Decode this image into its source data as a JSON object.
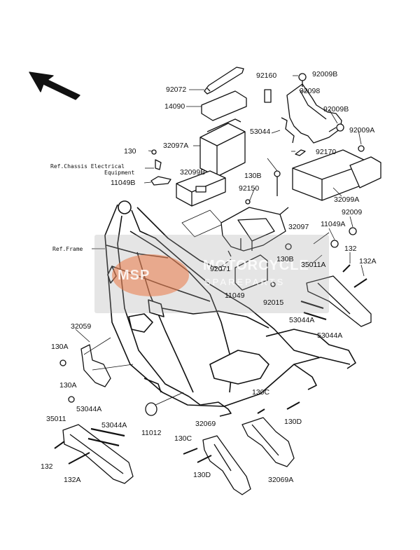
{
  "labels": [
    {
      "key": "92072",
      "text": "92072"
    },
    {
      "key": "14090",
      "text": "14090"
    },
    {
      "key": "92160",
      "text": "92160"
    },
    {
      "key": "92009B_a",
      "text": "92009B"
    },
    {
      "key": "32098",
      "text": "32098"
    },
    {
      "key": "92009B_b",
      "text": "92009B"
    },
    {
      "key": "53044",
      "text": "53044"
    },
    {
      "key": "92009A",
      "text": "92009A"
    },
    {
      "key": "130_top",
      "text": "130"
    },
    {
      "key": "32097A",
      "text": "32097A"
    },
    {
      "key": "ref_chassis_1",
      "text": "Ref.Chassis Electrical"
    },
    {
      "key": "ref_chassis_2",
      "text": "Equipment"
    },
    {
      "key": "32099B",
      "text": "32099B"
    },
    {
      "key": "92170",
      "text": "92170"
    },
    {
      "key": "11049B",
      "text": "11049B"
    },
    {
      "key": "130B_a",
      "text": "130B"
    },
    {
      "key": "92150",
      "text": "92150"
    },
    {
      "key": "32099A",
      "text": "32099A"
    },
    {
      "key": "92009",
      "text": "92009"
    },
    {
      "key": "11049A",
      "text": "11049A"
    },
    {
      "key": "32097",
      "text": "32097"
    },
    {
      "key": "ref_frame",
      "text": "Ref.Frame"
    },
    {
      "key": "132_r",
      "text": "132"
    },
    {
      "key": "130B_b",
      "text": "130B"
    },
    {
      "key": "35011A",
      "text": "35011A"
    },
    {
      "key": "132A_r",
      "text": "132A"
    },
    {
      "key": "92071",
      "text": "92071"
    },
    {
      "key": "11049",
      "text": "11049"
    },
    {
      "key": "92015",
      "text": "92015"
    },
    {
      "key": "53044A_r1",
      "text": "53044A"
    },
    {
      "key": "53044A_r2",
      "text": "53044A"
    },
    {
      "key": "32059",
      "text": "32059"
    },
    {
      "key": "130A_a",
      "text": "130A"
    },
    {
      "key": "130A_b",
      "text": "130A"
    },
    {
      "key": "130C_r",
      "text": "130C"
    },
    {
      "key": "53044A_l1",
      "text": "53044A"
    },
    {
      "key": "130D_r",
      "text": "130D"
    },
    {
      "key": "35011",
      "text": "35011"
    },
    {
      "key": "53044A_l2",
      "text": "53044A"
    },
    {
      "key": "32069",
      "text": "32069"
    },
    {
      "key": "11012",
      "text": "11012"
    },
    {
      "key": "130C_l",
      "text": "130C"
    },
    {
      "key": "132_l",
      "text": "132"
    },
    {
      "key": "130D_l",
      "text": "130D"
    },
    {
      "key": "132A_l",
      "text": "132A"
    },
    {
      "key": "32069A",
      "text": "32069A"
    }
  ],
  "watermark": {
    "logo": "MSP",
    "title": "MOTORCYCLE",
    "subtitle": "SPAREPARTS",
    "logo_color": "#e87846"
  }
}
